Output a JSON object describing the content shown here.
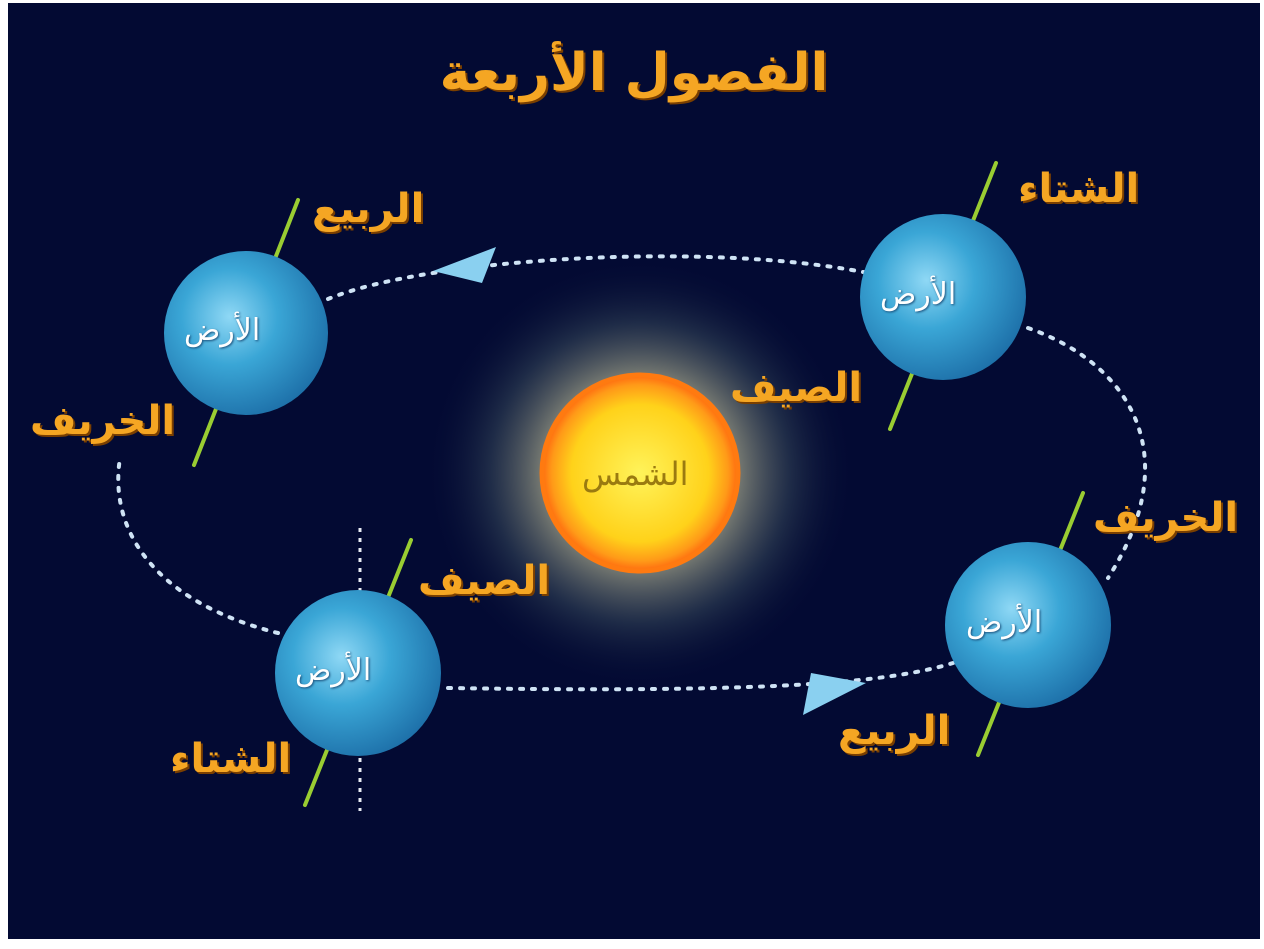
{
  "title": "الفصول الأربعة",
  "sun": {
    "label": "الشمس"
  },
  "earth_label": "الأرض",
  "positions": [
    {
      "id": "top-left",
      "season_top": "الربيع",
      "season_bottom": "الخريف"
    },
    {
      "id": "top-right",
      "season_top": "الشتاء",
      "season_bottom": "الصيف"
    },
    {
      "id": "bottom-left",
      "season_top": "الصيف",
      "season_bottom": "الشتاء"
    },
    {
      "id": "bottom-right",
      "season_top": "الخريف",
      "season_bottom": "الربيع"
    }
  ],
  "colors": {
    "background": "#030a33",
    "season_text": "#f5a623",
    "earth": "#3aa6d6",
    "axis": "#9acd32",
    "orbit": "#cfe3f5",
    "sun_core": "#ffd21a",
    "sun_rim": "#ff7a10"
  },
  "icons": [
    "orbit-arrow-icon"
  ]
}
